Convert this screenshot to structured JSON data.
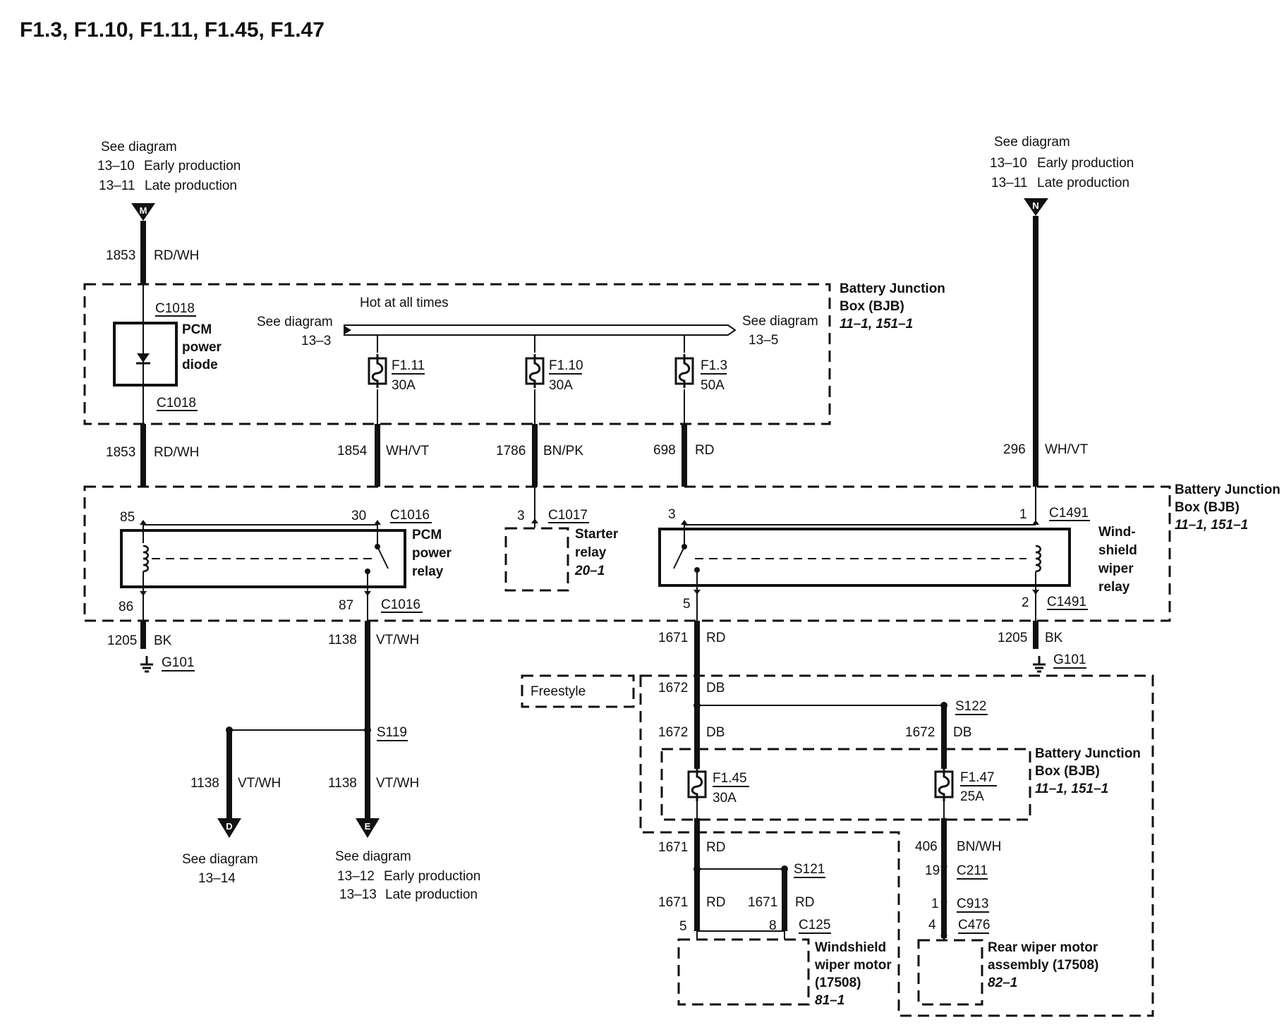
{
  "title": "F1.3, F1.10, F1.11, F1.45, F1.47",
  "connector_m": {
    "letter": "M",
    "see": "See diagram",
    "early_ref": "13–10",
    "early": "Early production",
    "late_ref": "13–11",
    "late": "Late production"
  },
  "connector_n": {
    "letter": "N",
    "see": "See diagram",
    "early_ref": "13–10",
    "early": "Early production",
    "late_ref": "13–11",
    "late": "Late production"
  },
  "bjb_top": {
    "name_line1": "Battery Junction",
    "name_line2": "Box (BJB)",
    "ref": "11–1, 151–1",
    "hot_label": "Hot at all times",
    "see_left": "See diagram",
    "see_left_ref": "13–3",
    "see_right": "See diagram",
    "see_right_ref": "13–5",
    "pcm_diode_line1": "PCM",
    "pcm_diode_line2": "power",
    "pcm_diode_line3": "diode",
    "c1018_top": "C1018",
    "c1018_bottom": "C1018",
    "fuses": [
      {
        "name": "F1.11",
        "rating": "30A"
      },
      {
        "name": "F1.10",
        "rating": "30A"
      },
      {
        "name": "F1.3",
        "rating": "50A"
      }
    ]
  },
  "wires": {
    "w1853_top": {
      "num": "1853",
      "color": "RD/WH"
    },
    "w1853": {
      "num": "1853",
      "color": "RD/WH"
    },
    "w1854": {
      "num": "1854",
      "color": "WH/VT"
    },
    "w1786": {
      "num": "1786",
      "color": "BN/PK"
    },
    "w698": {
      "num": "698",
      "color": "RD"
    },
    "w296": {
      "num": "296",
      "color": "WH/VT"
    },
    "w1205_left": {
      "num": "1205",
      "color": "BK"
    },
    "w1138": {
      "num": "1138",
      "color": "VT/WH"
    },
    "w1671": {
      "num": "1671",
      "color": "RD"
    },
    "w1205_right": {
      "num": "1205",
      "color": "BK"
    },
    "w1672_a": {
      "num": "1672",
      "color": "DB"
    },
    "w1672_b": {
      "num": "1672",
      "color": "DB"
    },
    "w1672_c": {
      "num": "1672",
      "color": "DB"
    },
    "w1138_d": {
      "num": "1138",
      "color": "VT/WH"
    },
    "w1138_e": {
      "num": "1138",
      "color": "VT/WH"
    },
    "w1671_b": {
      "num": "1671",
      "color": "RD"
    },
    "w406": {
      "num": "406",
      "color": "BN/WH"
    },
    "w1671_c": {
      "num": "1671",
      "color": "RD"
    },
    "w1671_d": {
      "num": "1671",
      "color": "RD"
    }
  },
  "bjb_mid": {
    "name_line1": "Battery Junction",
    "name_line2": "Box (BJB)",
    "ref": "11–1, 151–1",
    "pcm_relay_line1": "PCM",
    "pcm_relay_line2": "power",
    "pcm_relay_line3": "relay",
    "pin85": "85",
    "pin30": "30",
    "pin86": "86",
    "pin87": "87",
    "c1016_top": "C1016",
    "c1016_bottom": "C1016",
    "starter_pin": "3",
    "c1017": "C1017",
    "starter_line1": "Starter",
    "starter_line2": "relay",
    "starter_ref": "20–1",
    "wiper_pin3": "3",
    "wiper_pin1": "1",
    "wiper_pin5": "5",
    "wiper_pin2": "2",
    "c1491_top": "C1491",
    "c1491_bottom": "C1491",
    "wiper_line1": "Wind-",
    "wiper_line2": "shield",
    "wiper_line3": "wiper",
    "wiper_line4": "relay"
  },
  "grounds": {
    "left": "G101",
    "right": "G101"
  },
  "splices": {
    "s119": "S119",
    "s122": "S122",
    "s121": "S121"
  },
  "connector_d": {
    "letter": "D",
    "see": "See diagram",
    "ref": "13–14"
  },
  "connector_e": {
    "letter": "E",
    "see": "See diagram",
    "early_ref": "13–12",
    "early": "Early production",
    "late_ref": "13–13",
    "late": "Late production"
  },
  "freestyle": "Freestyle",
  "bjb_low": {
    "name_line1": "Battery Junction",
    "name_line2": "Box (BJB)",
    "ref": "11–1, 151–1",
    "fuses": [
      {
        "name": "F1.45",
        "rating": "30A"
      },
      {
        "name": "F1.47",
        "rating": "25A"
      }
    ]
  },
  "rear_connectors": {
    "pin19": "19",
    "c211": "C211",
    "pin1": "1",
    "c913": "C913",
    "pin4": "4",
    "c476": "C476"
  },
  "windshield_motor": {
    "pin5": "5",
    "pin8": "8",
    "c125": "C125",
    "line1": "Windshield",
    "line2": "wiper motor",
    "line3": "(17508)",
    "ref": "81–1"
  },
  "rear_motor": {
    "line1": "Rear wiper motor",
    "line2": "assembly (17508)",
    "ref": "82–1"
  }
}
